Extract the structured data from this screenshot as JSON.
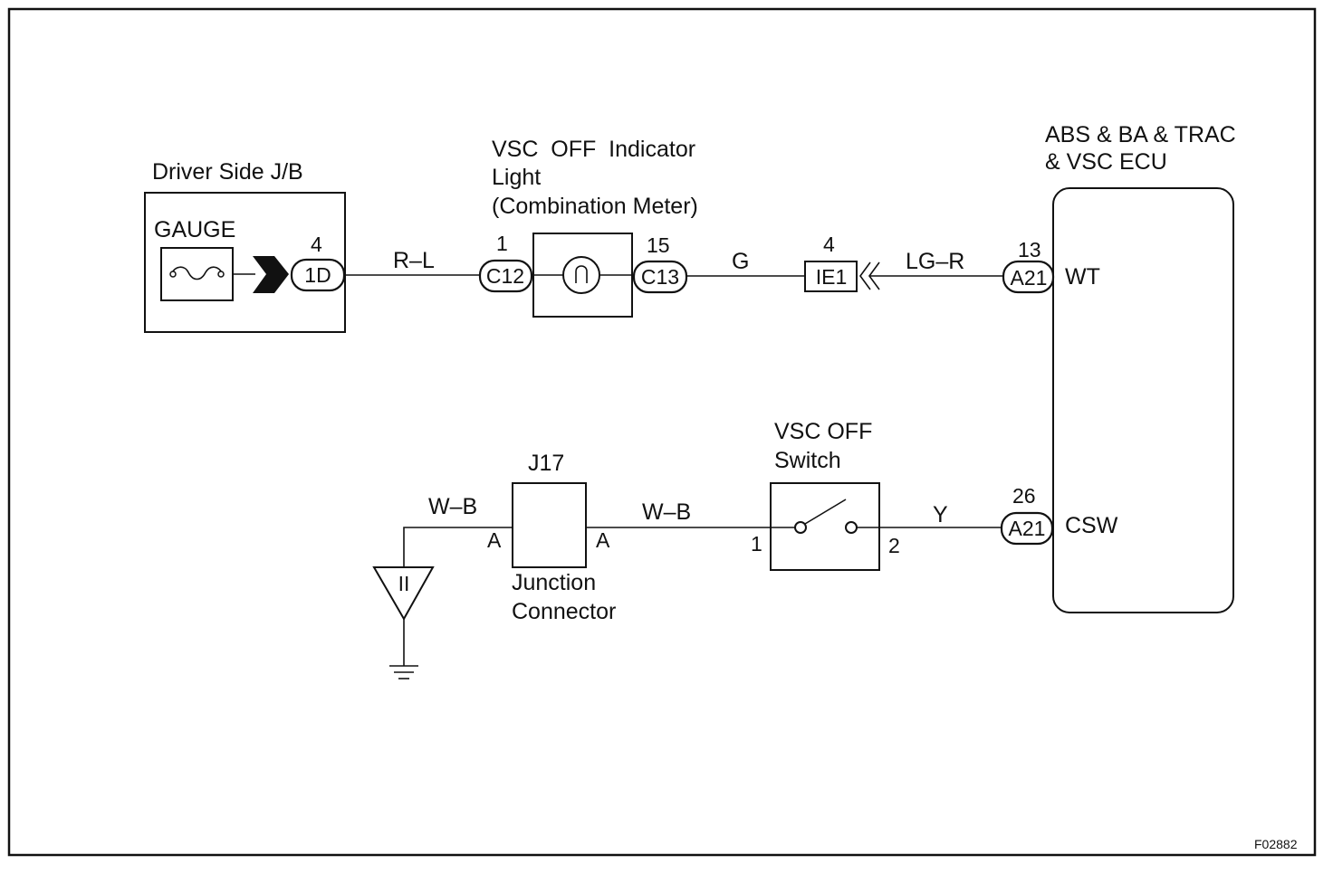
{
  "components": {
    "driver_jb": {
      "title": "Driver Side J/B",
      "fuse": "GAUGE",
      "pin": "4",
      "connector": "1D"
    },
    "indicator": {
      "title_line1": "VSC  OFF  Indicator",
      "title_line2": "Light",
      "title_line3": "(Combination Meter)",
      "pin_left": "1",
      "conn_left": "C12",
      "pin_right": "15",
      "conn_right": "C13"
    },
    "ie1": {
      "pin": "4",
      "connector": "IE1"
    },
    "ecu": {
      "title_line1": "ABS & BA & TRAC",
      "title_line2": "& VSC ECU",
      "wt_pin": "13",
      "wt_conn": "A21",
      "wt_label": "WT",
      "csw_pin": "26",
      "csw_conn": "A21",
      "csw_label": "CSW"
    },
    "switch": {
      "title_line1": "VSC OFF",
      "title_line2": "Switch",
      "pin_left": "1",
      "pin_right": "2"
    },
    "junction": {
      "id": "J17",
      "label_line1": "Junction",
      "label_line2": "Connector",
      "pin_left": "A",
      "pin_right": "A"
    },
    "ground": {
      "symbol": "II"
    }
  },
  "wires": {
    "jb_to_meter": "R–L",
    "meter_to_ie1": "G",
    "ie1_to_ecu": "LG–R",
    "ground_to_junction": "W–B",
    "junction_to_switch": "W–B",
    "switch_to_ecu": "Y"
  },
  "figure_code": "F02882"
}
